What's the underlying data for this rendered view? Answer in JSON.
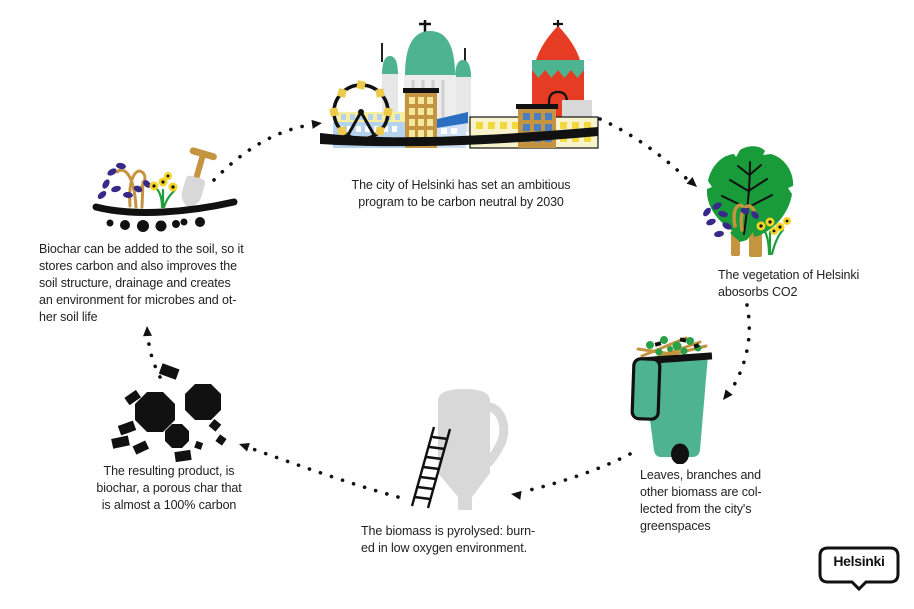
{
  "steps": [
    {
      "id": "city",
      "caption": "The city of Helsinki has set an ambitious\nprogram to be carbon neutral by 2030",
      "illustration": "helsinki-skyline-illustration"
    },
    {
      "id": "vegetation",
      "caption": "The vegetation of Helsinki\nabosorbs CO2",
      "illustration": "leaf-illustration"
    },
    {
      "id": "collection",
      "caption": "Leaves, branches and\nother biomass are col-\nlected from the city's\ngreenspaces",
      "illustration": "green-biowaste-bin-illustration"
    },
    {
      "id": "pyrolysis",
      "caption": "The biomass is pyrolysed: burn-\ned in low oxygen environment.",
      "illustration": "pyrolysis-kiln-illustration"
    },
    {
      "id": "biochar",
      "caption": "The resulting product, is\nbiochar, a porous char that\nis almost a 100% carbon",
      "illustration": "biochar-pieces-illustration"
    },
    {
      "id": "soil",
      "caption": "Biochar can be added to the soil, so it\nstores carbon and also improves the\nsoil structure, drainage and creates\nan environment for microbes and ot-\nher soil life",
      "illustration": "soil-with-plants-illustration"
    }
  ],
  "cycle_arrows": [
    {
      "from": "soil",
      "to": "city"
    },
    {
      "from": "city",
      "to": "vegetation"
    },
    {
      "from": "vegetation",
      "to": "collection"
    },
    {
      "from": "collection",
      "to": "pyrolysis"
    },
    {
      "from": "pyrolysis",
      "to": "biochar"
    },
    {
      "from": "biochar",
      "to": "soil"
    }
  ],
  "logo": {
    "text": "Helsinki"
  },
  "colors": {
    "text": "#222222",
    "ink": "#111111",
    "teal": "#4eb391",
    "leaf_green": "#189b38",
    "red": "#e63c23",
    "gold": "#c59440",
    "ferris_yellow": "#ecca4a",
    "pale_yellow": "#f8f0b4",
    "window_yellow": "#f3d93e",
    "light_blue": "#b5d2ee",
    "blue": "#2a6fc0",
    "grey": "#d8d8d8",
    "purple": "#37298a"
  }
}
